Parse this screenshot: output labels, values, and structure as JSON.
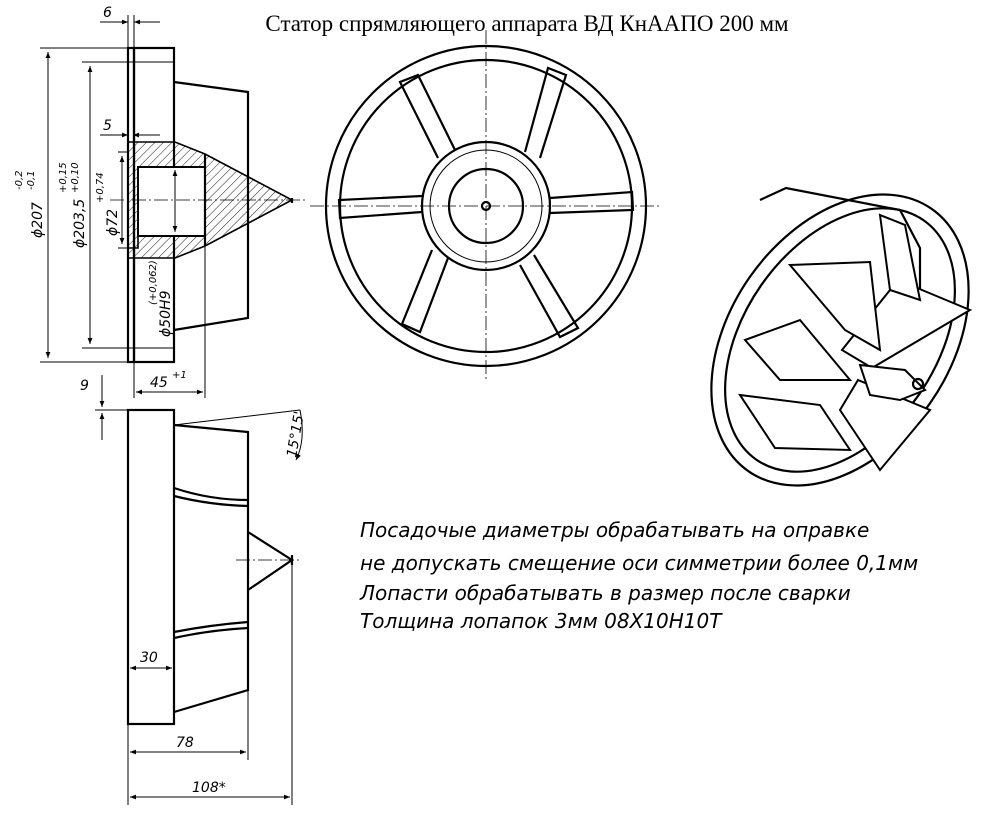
{
  "title": "Статор спрямляющего аппарата ВД КнААПО 200 мм",
  "section_view": {
    "dims": {
      "d207": "ϕ207",
      "d207_tol_upper": "-0,2",
      "d207_tol_lower": "-0,1",
      "d203": "ϕ203,5",
      "d203_tol_upper": "+0,15",
      "d203_tol_lower": "+0,10",
      "d72": "ϕ72",
      "d72_tol": "+0,74",
      "d50": "ϕ50H9",
      "d50_tol": "(+0,062)",
      "w6": "6",
      "w5": "5",
      "l45": "45",
      "l45_tol": "+1"
    }
  },
  "side_view": {
    "dims": {
      "w9": "9",
      "angle": "15°15'",
      "w30": "30",
      "l78": "78",
      "l108": "108*"
    }
  },
  "notes": [
    "Посадочые диаметры обрабатывать на оправке",
    "не допускать смещение оси симметрии более 0,1мм",
    "Лопасти обрабатывать в размер после сварки",
    "Толщина лопапок 3мм 08Х10Н10Т"
  ]
}
